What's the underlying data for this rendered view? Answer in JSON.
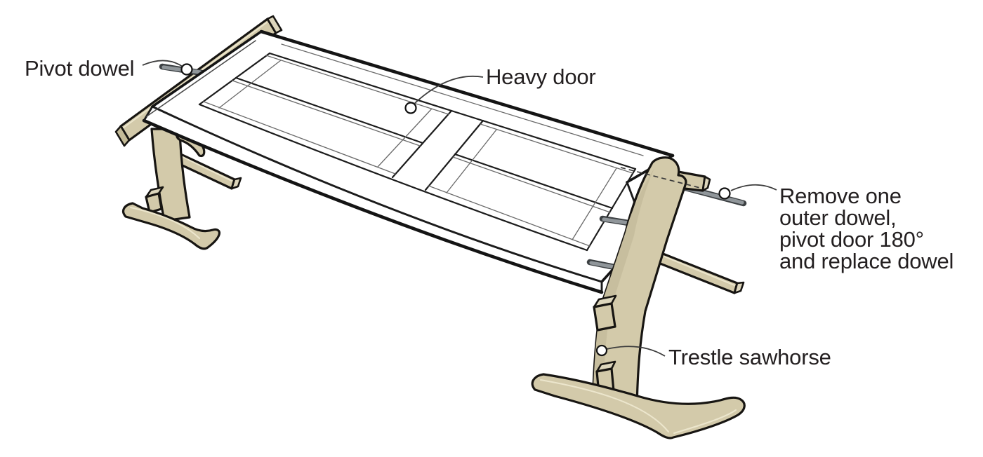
{
  "figure": {
    "type": "woodworking-illustration",
    "background": "#ffffff",
    "colors": {
      "wood": "#d3caaa",
      "wood_light": "#ddd6bc",
      "wood_dark": "#c4bb98",
      "outline": "#171512",
      "door_face": "#ffffff",
      "dowel": "#90969a",
      "label_text": "#231f20",
      "leader_line": "#3d3d3d"
    },
    "labels": {
      "pivot_dowel": "Pivot dowel",
      "heavy_door": "Heavy door",
      "remove_instruction": [
        "Remove one",
        "outer dowel,",
        "pivot door 180°",
        "and replace dowel"
      ],
      "trestle_sawhorse": "Trestle sawhorse"
    }
  }
}
